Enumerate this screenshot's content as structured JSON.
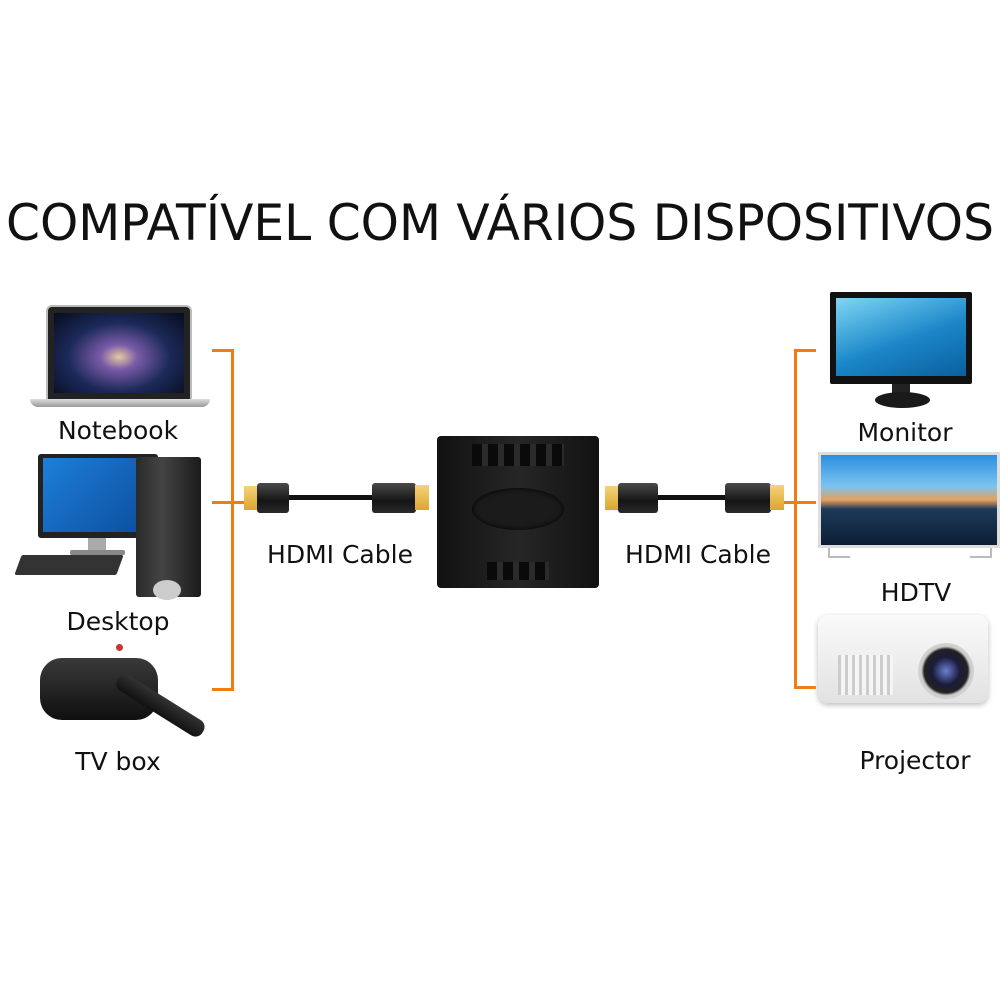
{
  "title": "COMPATÍVEL COM VÁRIOS DISPOSITIVOS",
  "colors": {
    "bracket": "#f07c14",
    "text": "#111111"
  },
  "left_devices": [
    {
      "label": "Notebook",
      "icon": "laptop-icon"
    },
    {
      "label": "Desktop",
      "icon": "desktop-icon"
    },
    {
      "label": "TV box",
      "icon": "tv-box-icon"
    }
  ],
  "right_devices": [
    {
      "label": "Monitor",
      "icon": "monitor-icon"
    },
    {
      "label": "HDTV",
      "icon": "tv-icon"
    },
    {
      "label": "Projector",
      "icon": "projector-icon"
    }
  ],
  "cables": [
    {
      "label": "HDMI Cable"
    },
    {
      "label": "HDMI Cable"
    }
  ]
}
